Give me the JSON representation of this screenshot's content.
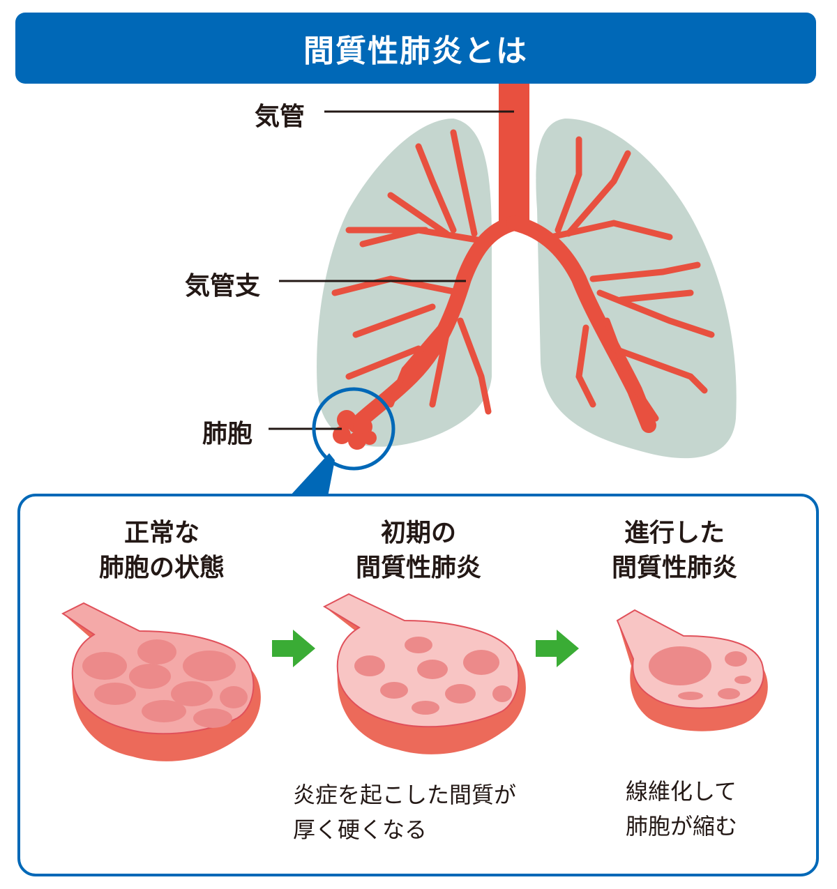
{
  "title": "間質性肺炎とは",
  "labels": {
    "trachea": "気管",
    "bronchi": "気管支",
    "alveoli": "肺胞"
  },
  "stages": [
    {
      "heading_line1": "正常な",
      "heading_line2": "肺胞の状態",
      "caption_line1": "",
      "caption_line2": ""
    },
    {
      "heading_line1": "初期の",
      "heading_line2": "間質性肺炎",
      "caption_line1": "炎症を起こした間質が",
      "caption_line2": "厚く硬くなる"
    },
    {
      "heading_line1": "進行した",
      "heading_line2": "間質性肺炎",
      "caption_line1": "線維化して",
      "caption_line2": "肺胞が縮む"
    }
  ],
  "colors": {
    "header": "#0068b7",
    "lung": "#c5d6cf",
    "airway": "#e8503f",
    "arrow": "#3aac35",
    "alveolus_outer": "#ec6a5a",
    "alveolus_inner": "#f4a9a8"
  }
}
